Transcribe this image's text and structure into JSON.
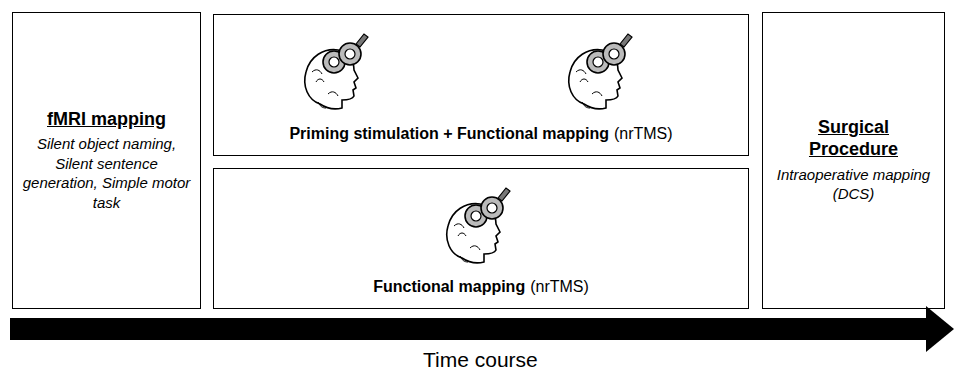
{
  "diagram": {
    "nodes": [
      {
        "text": [
          "fMRI mapping",
          "Silent object naming, Silent sentence generation, Simple motor task"
        ]
      },
      {
        "text": [
          "Priming stimulation + Functional mapping",
          "(nrTMS)"
        ]
      },
      {
        "text": [
          "Functional mapping",
          "(nrTMS)"
        ]
      },
      {
        "text": [
          "Surgical Procedure",
          "Intraoperative mapping (DCS)"
        ]
      }
    ],
    "edges": [],
    "labels": [
      "Time course"
    ]
  }
}
